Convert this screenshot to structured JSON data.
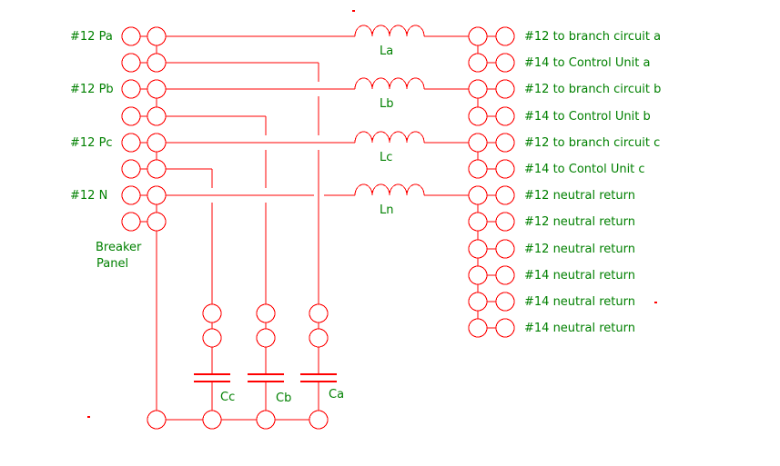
{
  "diagram": {
    "type": "circuit-schematic",
    "colors": {
      "wire": "#ff0000",
      "label": "#008000",
      "background": "#ffffff"
    }
  },
  "breaker_panel": {
    "name_line1": "Breaker",
    "name_line2": "Panel",
    "feeds": [
      {
        "label": "#12 Pa"
      },
      {
        "label": "#12 Pb"
      },
      {
        "label": "#12 Pc"
      },
      {
        "label": "#12 N"
      }
    ]
  },
  "inductors": [
    {
      "label": "La"
    },
    {
      "label": "Lb"
    },
    {
      "label": "Lc"
    },
    {
      "label": "Ln"
    }
  ],
  "capacitors": [
    {
      "label": "Cc"
    },
    {
      "label": "Cb"
    },
    {
      "label": "Ca"
    }
  ],
  "outputs": [
    {
      "label": "#12 to branch circuit a"
    },
    {
      "label": "#14 to Control Unit a"
    },
    {
      "label": "#12 to branch circuit b"
    },
    {
      "label": "#14 to Control Unit b"
    },
    {
      "label": "#12 to branch circuit c"
    },
    {
      "label": "#14 to Contol Unit c"
    },
    {
      "label": "#12 neutral return"
    },
    {
      "label": "#12 neutral return"
    },
    {
      "label": "#12 neutral return"
    },
    {
      "label": "#14 neutral return"
    },
    {
      "label": "#14 neutral return"
    },
    {
      "label": "#14 neutral return"
    }
  ]
}
